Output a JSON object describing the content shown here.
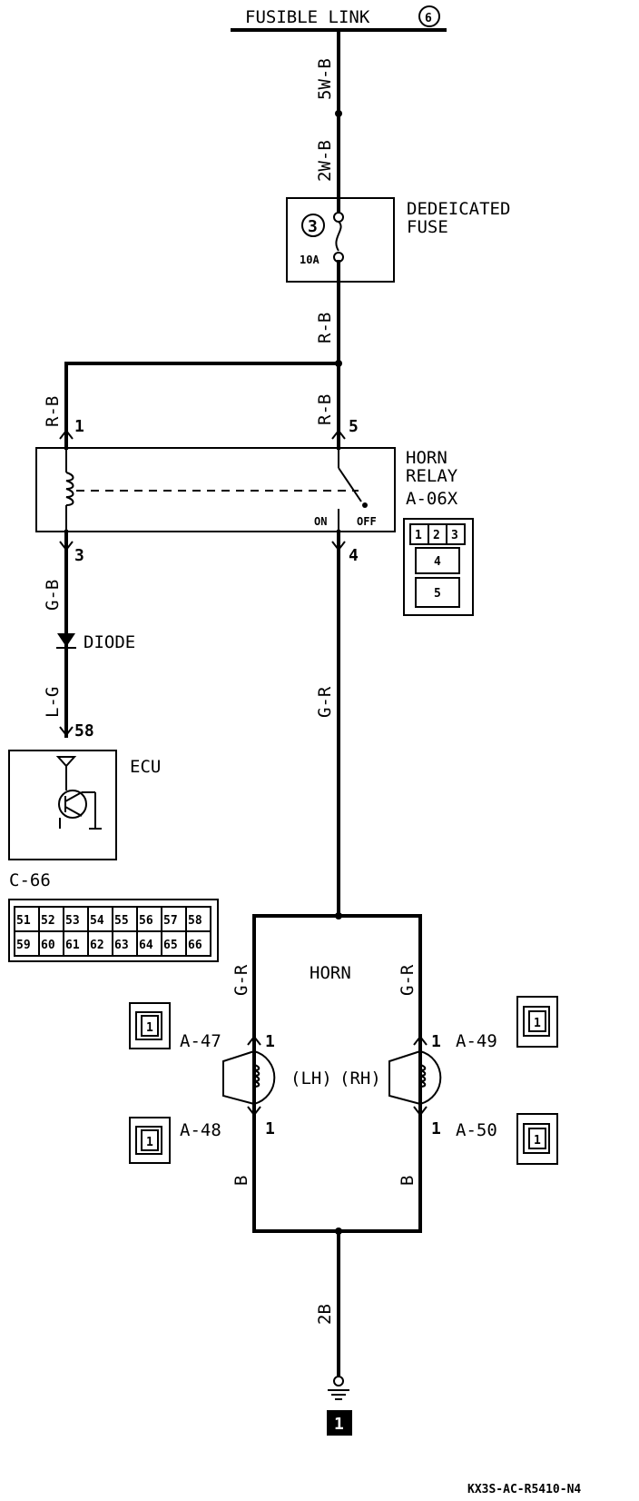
{
  "fusible_link": {
    "label": "FUSIBLE LINK",
    "number": "6"
  },
  "wires": {
    "w1": "5W-B",
    "w2": "2W-B",
    "w3": "R-B",
    "w4": "R-B",
    "w5": "R-B",
    "w6": "G-B",
    "w7": "L-G",
    "w8": "G-R",
    "w9": "G-R",
    "w10": "G-R",
    "w11": "B",
    "w12": "B",
    "w13": "2B"
  },
  "fuse": {
    "label_line1": "DEDEICATED",
    "label_line2": "FUSE",
    "number": "3",
    "rating": "10A"
  },
  "relay": {
    "label_line1": "HORN",
    "label_line2": "RELAY",
    "connector": "A-06X",
    "pin1": "1",
    "pin3": "3",
    "pin4": "4",
    "pin5": "5",
    "on": "ON",
    "off": "OFF",
    "cells": [
      "1",
      "2",
      "3",
      "4",
      "5"
    ]
  },
  "diode": {
    "label": "DIODE"
  },
  "ecu": {
    "label": "ECU",
    "pin": "58",
    "connector": "C-66",
    "pins_row1": [
      "51",
      "52",
      "53",
      "54",
      "55",
      "56",
      "57",
      "58"
    ],
    "pins_row2": [
      "59",
      "60",
      "61",
      "62",
      "63",
      "64",
      "65",
      "66"
    ]
  },
  "horn": {
    "label": "HORN",
    "lh": "(LH)",
    "rh": "(RH)",
    "lh_top_conn": "A-47",
    "lh_bottom_conn": "A-48",
    "rh_top_conn": "A-49",
    "rh_bottom_conn": "A-50",
    "pin": "1",
    "conn_cell": "1"
  },
  "ground": {
    "number": "1"
  },
  "footer_code": "KX3S-AC-R5410-N4"
}
